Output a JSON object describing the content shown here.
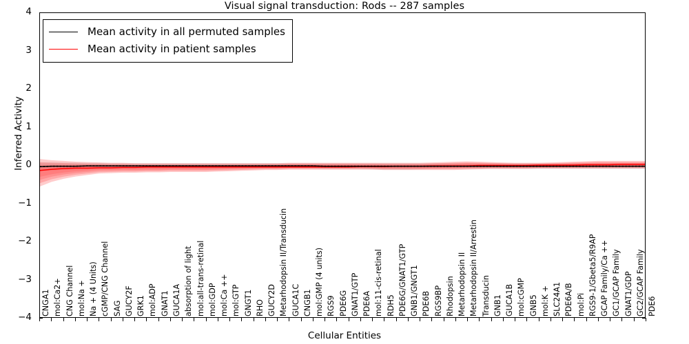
{
  "chart_data": {
    "type": "line",
    "title": "Visual signal transduction: Rods -- 287 samples",
    "xlabel": "Cellular Entities",
    "ylabel": "Inferred Activity",
    "ylim": [
      -4,
      4
    ],
    "yticks": [
      4,
      3,
      2,
      1,
      0,
      -1,
      -2,
      -3,
      -4
    ],
    "ytick_labels": [
      "4",
      "3",
      "2",
      "1",
      "0",
      "−1",
      "−2",
      "−3",
      "−4"
    ],
    "grid": false,
    "legend_position": "upper left",
    "legend": [
      {
        "label": "Mean activity in all permuted samples",
        "color": "#000000",
        "style": "solid"
      },
      {
        "label": "Mean activity in patient samples",
        "color": "#ff0000",
        "style": "solid"
      }
    ],
    "categories": [
      "CNGA1",
      "mol:Ca2+",
      "CNG Channel",
      "mol:Na +",
      "Na + (4 Units)",
      "cGMP/CNG Channel",
      "SAG",
      "GUCY2F",
      "GRK1",
      "mol:ADP",
      "GNAT1",
      "GUCA1A",
      "absorption of light",
      "mol:all-trans-retinal",
      "mol:GDP",
      "mol:Ca ++",
      "mol:GTP",
      "GNGT1",
      "RHO",
      "GUCY2D",
      "Metarhodopsin II/Transducin",
      "GUCA1C",
      "CNGB1",
      "mol:GMP (4 units)",
      "RGS9",
      "PDE6G",
      "GNAT1/GTP",
      "PDE6A",
      "mol:11-cis-retinal",
      "RDH5",
      "PDE6G/GNAT1/GTP",
      "GNB1/GNGT1",
      "PDE6B",
      "RGS9BP",
      "Rhodopsin",
      "Metarhodopsin II",
      "Metarhodopsin II/Arrestin",
      "Transducin",
      "GNB1",
      "GUCA1B",
      "mol:cGMP",
      "GNB5",
      "mol:K +",
      "SLC24A1",
      "PDE6A/B",
      "mol:Pi",
      "RGS9-1/Gbeta5/R9AP",
      "GCAP Family/Ca ++",
      "GC1/GCAP Family",
      "GNAT1/GDP",
      "GC2/GCAP Family",
      "PDE6"
    ],
    "series": [
      {
        "name": "Mean activity in all permuted samples",
        "color": "#000000",
        "values": [
          -0.04,
          -0.03,
          -0.03,
          -0.03,
          -0.02,
          -0.02,
          -0.02,
          -0.02,
          -0.02,
          -0.02,
          -0.02,
          -0.02,
          -0.02,
          -0.02,
          -0.02,
          -0.02,
          -0.02,
          -0.02,
          -0.02,
          -0.02,
          -0.02,
          -0.02,
          -0.02,
          -0.02,
          -0.03,
          -0.03,
          -0.03,
          -0.03,
          -0.03,
          -0.03,
          -0.03,
          -0.03,
          -0.03,
          -0.03,
          -0.03,
          -0.03,
          -0.03,
          -0.03,
          -0.03,
          -0.03,
          -0.03,
          -0.03,
          -0.03,
          -0.03,
          -0.03,
          -0.03,
          -0.03,
          -0.03,
          -0.03,
          -0.03,
          -0.03,
          -0.03
        ],
        "band_low": [
          -0.16,
          -0.14,
          -0.13,
          -0.12,
          -0.11,
          -0.1,
          -0.1,
          -0.09,
          -0.09,
          -0.09,
          -0.09,
          -0.09,
          -0.09,
          -0.09,
          -0.09,
          -0.09,
          -0.09,
          -0.09,
          -0.09,
          -0.09,
          -0.09,
          -0.09,
          -0.09,
          -0.09,
          -0.1,
          -0.1,
          -0.1,
          -0.1,
          -0.11,
          -0.12,
          -0.12,
          -0.12,
          -0.11,
          -0.1,
          -0.1,
          -0.1,
          -0.1,
          -0.1,
          -0.1,
          -0.1,
          -0.1,
          -0.1,
          -0.1,
          -0.1,
          -0.1,
          -0.1,
          -0.1,
          -0.1,
          -0.1,
          -0.1,
          -0.1,
          -0.1
        ],
        "band_high": [
          0.08,
          0.08,
          0.07,
          0.07,
          0.06,
          0.06,
          0.05,
          0.05,
          0.05,
          0.05,
          0.05,
          0.05,
          0.05,
          0.05,
          0.05,
          0.05,
          0.05,
          0.05,
          0.05,
          0.05,
          0.05,
          0.05,
          0.05,
          0.05,
          0.05,
          0.05,
          0.05,
          0.05,
          0.05,
          0.05,
          0.05,
          0.05,
          0.05,
          0.05,
          0.05,
          0.05,
          0.05,
          0.05,
          0.05,
          0.05,
          0.05,
          0.05,
          0.05,
          0.05,
          0.05,
          0.05,
          0.05,
          0.05,
          0.05,
          0.05,
          0.05,
          0.05
        ]
      },
      {
        "name": "Mean activity in patient samples",
        "color": "#ff0000",
        "values": [
          -0.14,
          -0.11,
          -0.09,
          -0.08,
          -0.08,
          -0.07,
          -0.07,
          -0.06,
          -0.06,
          -0.05,
          -0.05,
          -0.05,
          -0.05,
          -0.05,
          -0.05,
          -0.05,
          -0.05,
          -0.05,
          -0.05,
          -0.05,
          -0.05,
          -0.05,
          -0.05,
          -0.05,
          -0.05,
          -0.05,
          -0.05,
          -0.04,
          -0.04,
          -0.04,
          -0.03,
          -0.03,
          -0.03,
          -0.02,
          -0.02,
          -0.02,
          -0.02,
          -0.01,
          -0.01,
          -0.01,
          -0.01,
          -0.01,
          0.0,
          0.0,
          0.0,
          0.0,
          0.01,
          0.01,
          0.01,
          0.02,
          0.02,
          0.02
        ],
        "band_low": [
          -0.56,
          -0.44,
          -0.36,
          -0.3,
          -0.26,
          -0.22,
          -0.21,
          -0.2,
          -0.2,
          -0.19,
          -0.19,
          -0.18,
          -0.18,
          -0.18,
          -0.18,
          -0.17,
          -0.16,
          -0.15,
          -0.14,
          -0.13,
          -0.13,
          -0.12,
          -0.12,
          -0.12,
          -0.12,
          -0.12,
          -0.12,
          -0.12,
          -0.12,
          -0.13,
          -0.13,
          -0.13,
          -0.13,
          -0.13,
          -0.13,
          -0.13,
          -0.12,
          -0.11,
          -0.1,
          -0.1,
          -0.1,
          -0.1,
          -0.09,
          -0.09,
          -0.09,
          -0.09,
          -0.09,
          -0.09,
          -0.09,
          -0.09,
          -0.09,
          -0.09
        ],
        "band_high": [
          0.16,
          0.13,
          0.11,
          0.09,
          0.08,
          0.07,
          0.06,
          0.06,
          0.05,
          0.05,
          0.05,
          0.05,
          0.05,
          0.05,
          0.05,
          0.05,
          0.05,
          0.05,
          0.05,
          0.05,
          0.05,
          0.06,
          0.06,
          0.06,
          0.06,
          0.06,
          0.06,
          0.06,
          0.06,
          0.06,
          0.06,
          0.06,
          0.06,
          0.07,
          0.08,
          0.09,
          0.1,
          0.09,
          0.08,
          0.07,
          0.06,
          0.06,
          0.06,
          0.07,
          0.08,
          0.09,
          0.1,
          0.11,
          0.11,
          0.11,
          0.11,
          0.11
        ]
      }
    ]
  },
  "colors": {
    "permuted_line": "#000000",
    "patient_line": "#ff0000",
    "permuted_band": "#c8c8c8",
    "patient_band": "#ff5555",
    "frame": "#000000",
    "background": "#ffffff"
  }
}
